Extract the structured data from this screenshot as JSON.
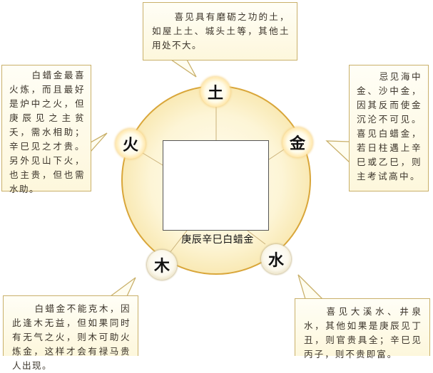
{
  "diagram": {
    "center_caption": "庚辰辛巳白蜡金",
    "image_alt": "white-wax-metal-stones",
    "elements": [
      {
        "key": "earth",
        "label": "土"
      },
      {
        "key": "metal",
        "label": "金"
      },
      {
        "key": "water",
        "label": "水"
      },
      {
        "key": "wood",
        "label": "木"
      },
      {
        "key": "fire",
        "label": "火"
      }
    ],
    "callouts": {
      "earth": "喜见具有磨砺之功的土，如屋上土、城头土等，其他土用处不大。",
      "fire": "白蜡金最喜火炼，而且最好是炉中之火，但庚辰见之主贫夭，需水相助；辛巳见之才贵。另外见山下火，也主贵，但也需水助。",
      "metal": "忌见海中金、沙中金，因其反而使金沉沦不可见。喜见白蜡金，若日柱遇上辛巳或乙巳，则主考试高中。",
      "wood": "白蜡金不能克木，因此逢木无益，但如果同时有无气之火，则木可助火炼金，这样才会有禄马贵人出现。",
      "water": "喜见大溪水、井泉水，其他如果是庚辰见丁丑，则官贵具全；辛巳见丙子，则不贵即富。"
    },
    "colors": {
      "ring_fill": "#fdf4d2",
      "ring_stroke": "#d9a63a",
      "callout_border": "#c9b06a",
      "callout_bg": "#fdf7dc",
      "text": "#3b342a"
    }
  }
}
